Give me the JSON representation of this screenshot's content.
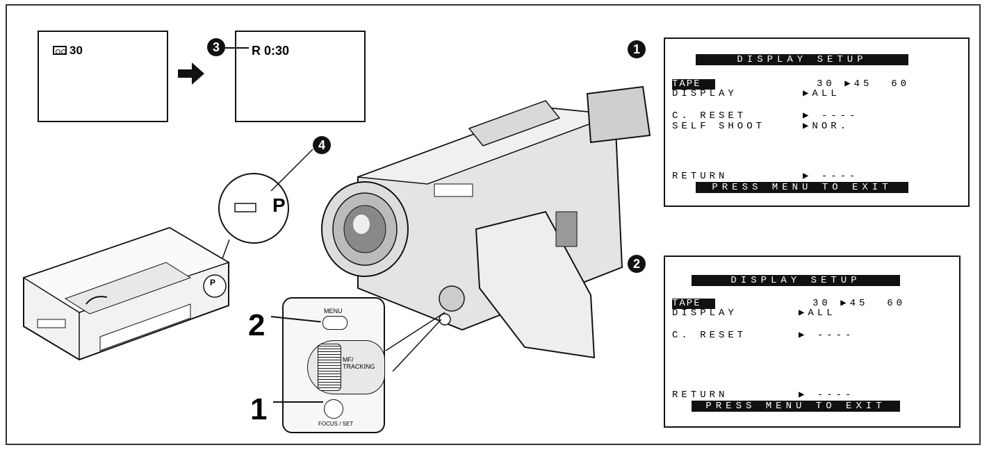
{
  "screen_left": {
    "tape_value": "30"
  },
  "screen_right": {
    "text": "R 0:30"
  },
  "badges": {
    "one": "1",
    "two": "2",
    "three": "3",
    "four": "4"
  },
  "cassette": {
    "tab_label": "P",
    "zoom_label": "P"
  },
  "control_panel": {
    "menu_label": "MENU",
    "dial_label": "MF/\nTRACKING",
    "focus_label": "FOCUS / SET",
    "step_2": "2",
    "step_1": "1"
  },
  "menu1": {
    "title": "DISPLAY SETUP",
    "rows": [
      {
        "label": "TAPE",
        "value": "30 ▶45  60"
      },
      {
        "label": "DISPLAY",
        "value": "▶ALL"
      },
      {
        "label": "C. RESET",
        "value": "▶ ----"
      },
      {
        "label": "SELF SHOOT",
        "value": "▶NOR."
      },
      {
        "label": "RETURN",
        "value": "▶ ----"
      }
    ],
    "footer": "PRESS MENU TO EXIT"
  },
  "menu2": {
    "title": "DISPLAY SETUP",
    "rows": [
      {
        "label": "TAPE",
        "value": "30 ▶45  60"
      },
      {
        "label": "DISPLAY",
        "value": "▶ALL"
      },
      {
        "label": "C. RESET",
        "value": "▶ ----"
      },
      {
        "label": "RETURN",
        "value": "▶ ----"
      }
    ],
    "footer": "PRESS MENU TO EXIT"
  }
}
